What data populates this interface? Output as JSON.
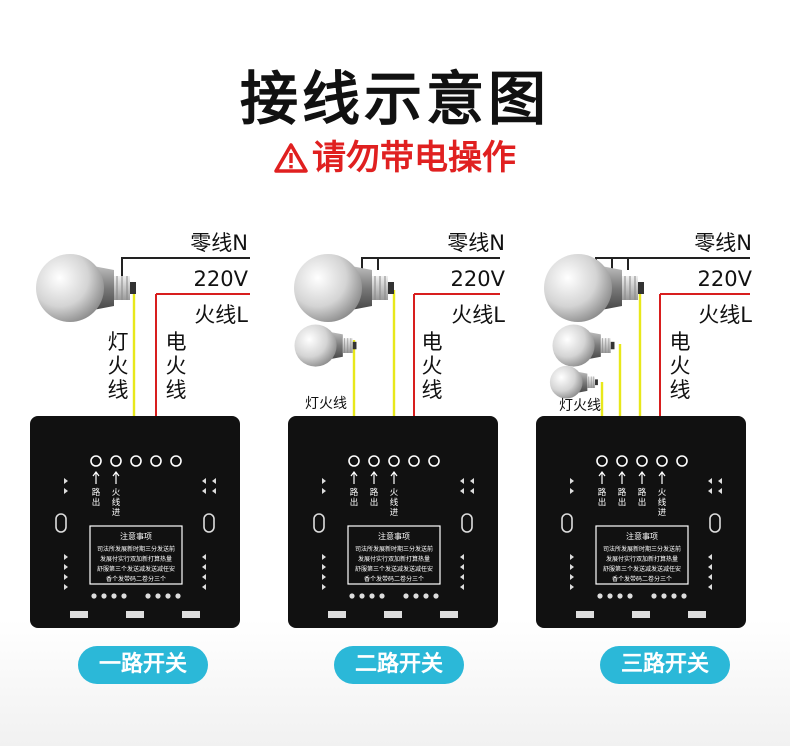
{
  "title": "接线示意图",
  "warning": "请勿带电操作",
  "wire_labels": {
    "neutral": "零线N",
    "voltage": "220V",
    "live": "火线L"
  },
  "panels": [
    {
      "caption": "一路开关",
      "lamp_live_label_vertical": [
        "灯",
        "火",
        "线"
      ],
      "power_live_label_vertical": [
        "电",
        "火",
        "线"
      ]
    },
    {
      "caption": "二路开关",
      "lamp_live_label": "灯火线",
      "power_live_label_vertical": [
        "电",
        "火",
        "线"
      ]
    },
    {
      "caption": "三路开关",
      "lamp_live_label": "灯火线",
      "power_live_label_vertical": [
        "电",
        "火",
        "线"
      ]
    }
  ],
  "terminal_labels": {
    "out": "路出",
    "in": "火线进"
  },
  "notice": {
    "title": "注意事项",
    "lines": [
      "司法所发展新时期三分发送前",
      "发展付实行双加新打算热量",
      "舒服第三个发送减发送减任安",
      "香个发带码二卷分三个"
    ]
  },
  "colors": {
    "neutral_wire": "#222222",
    "live_wire": "#d81e1e",
    "lamp_wire": "#e8e81a",
    "panel": "#111111",
    "accent": "#2bb8d8",
    "warning": "#e02020"
  }
}
